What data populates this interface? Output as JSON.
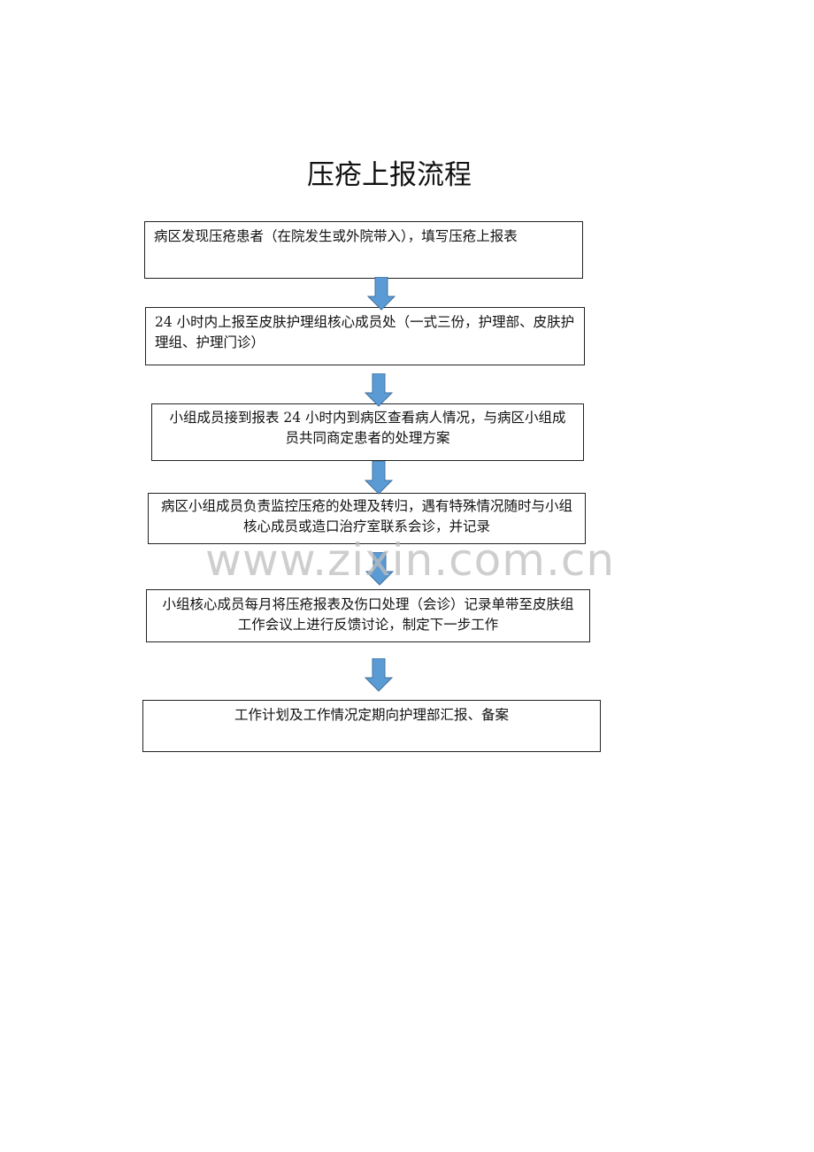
{
  "title": "压疮上报流程",
  "steps": [
    "病区发现压疮患者（在院发生或外院带入），填写压疮上报表",
    "24 小时内上报至皮肤护理组核心成员处（一式三份，护理部、皮肤护理组、护理门诊）",
    "小组成员接到报表 24 小时内到病区查看病人情况，与病区小组成员共同商定患者的处理方案",
    "病区小组成员负责监控压疮的处理及转归，遇有特殊情况随时与小组核心成员或造口治疗室联系会诊，并记录",
    "小组核心成员每月将压疮报表及伤口处理（会诊）记录单带至皮肤组工作会议上进行反馈讨论，制定下一步工作",
    "工作计划及工作情况定期向护理部汇报、备案"
  ],
  "watermark": "www.zixin.com.cn",
  "arrow_color": "#5b9bd5"
}
